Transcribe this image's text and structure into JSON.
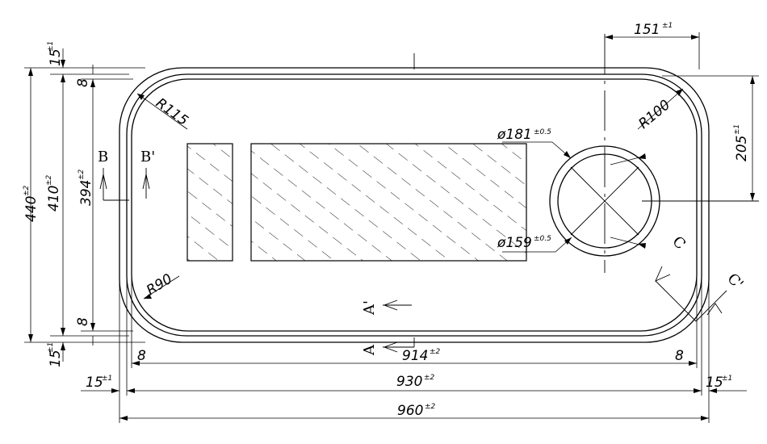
{
  "drawing": {
    "dims": {
      "top_right_151": {
        "v": "151",
        "tol": "±1"
      },
      "right_205": {
        "v": "205",
        "tol": "±1"
      },
      "left_15_top": {
        "v": "15",
        "tol": "±1"
      },
      "left_15_bottom": {
        "v": "15",
        "tol": "±1"
      },
      "left_8_top": {
        "v": "8"
      },
      "left_8_bottom": {
        "v": "8"
      },
      "h_440": {
        "v": "440",
        "tol": "±2"
      },
      "h_410": {
        "v": "410",
        "tol": "±2"
      },
      "h_394": {
        "v": "394",
        "tol": "±2"
      },
      "w_914": {
        "v": "914",
        "tol": "±2"
      },
      "w_930": {
        "v": "930",
        "tol": "±2"
      },
      "w_960": {
        "v": "960",
        "tol": "±2"
      },
      "bot_15_left": {
        "v": "15",
        "tol": "±1"
      },
      "bot_15_right": {
        "v": "15",
        "tol": "±1"
      },
      "bot_8_left": {
        "v": "8"
      },
      "bot_8_right": {
        "v": "8"
      }
    },
    "radii": {
      "r115": "R115",
      "r100": "R100",
      "r90": "R90"
    },
    "diameters": {
      "d181": {
        "v": "ø181",
        "tol": "±0.5"
      },
      "d159": {
        "v": "ø159",
        "tol": "±0.5"
      }
    },
    "sections": {
      "b": "B",
      "b_prime": "B'",
      "a": "A",
      "a_prime": "A'",
      "c": "C",
      "c_prime": "C'"
    }
  }
}
